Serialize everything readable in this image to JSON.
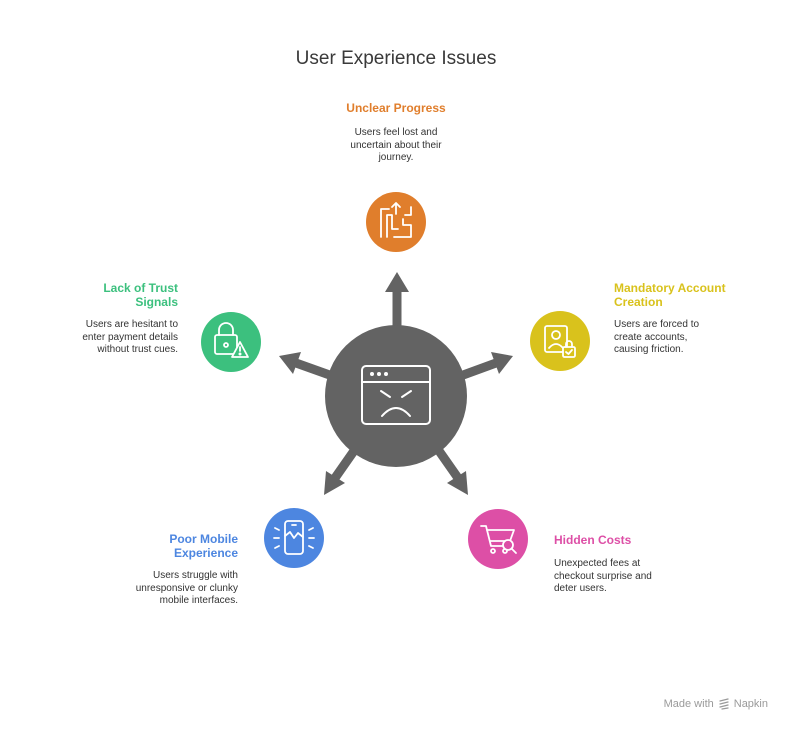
{
  "title": "User Experience Issues",
  "center": {
    "icon": "angry-browser-window-icon",
    "color": "#636363"
  },
  "items": [
    {
      "id": "unclear-progress",
      "label": "Unclear Progress",
      "desc": "Users feel lost and uncertain about their journey.",
      "color": "#e07e2c",
      "icon": "maze-arrow-icon"
    },
    {
      "id": "mandatory-account",
      "label": "Mandatory Account Creation",
      "desc": "Users are forced to create accounts, causing friction.",
      "color": "#d9c21c",
      "icon": "user-lock-icon"
    },
    {
      "id": "hidden-costs",
      "label": "Hidden Costs",
      "desc": "Unexpected fees at checkout surprise and deter users.",
      "color": "#dd4fa6",
      "icon": "cart-search-icon"
    },
    {
      "id": "poor-mobile",
      "label": "Poor Mobile Experience",
      "desc": "Users struggle with unresponsive or clunky mobile interfaces.",
      "color": "#4d86e0",
      "icon": "broken-phone-icon"
    },
    {
      "id": "lack-of-trust",
      "label": "Lack of Trust Signals",
      "desc": "Users are hesitant to enter payment details without trust cues.",
      "color": "#3cc07e",
      "icon": "lock-warning-icon"
    }
  ],
  "watermark": {
    "text": "Made with",
    "brand": "Napkin",
    "icon": "napkin-logo-icon"
  }
}
